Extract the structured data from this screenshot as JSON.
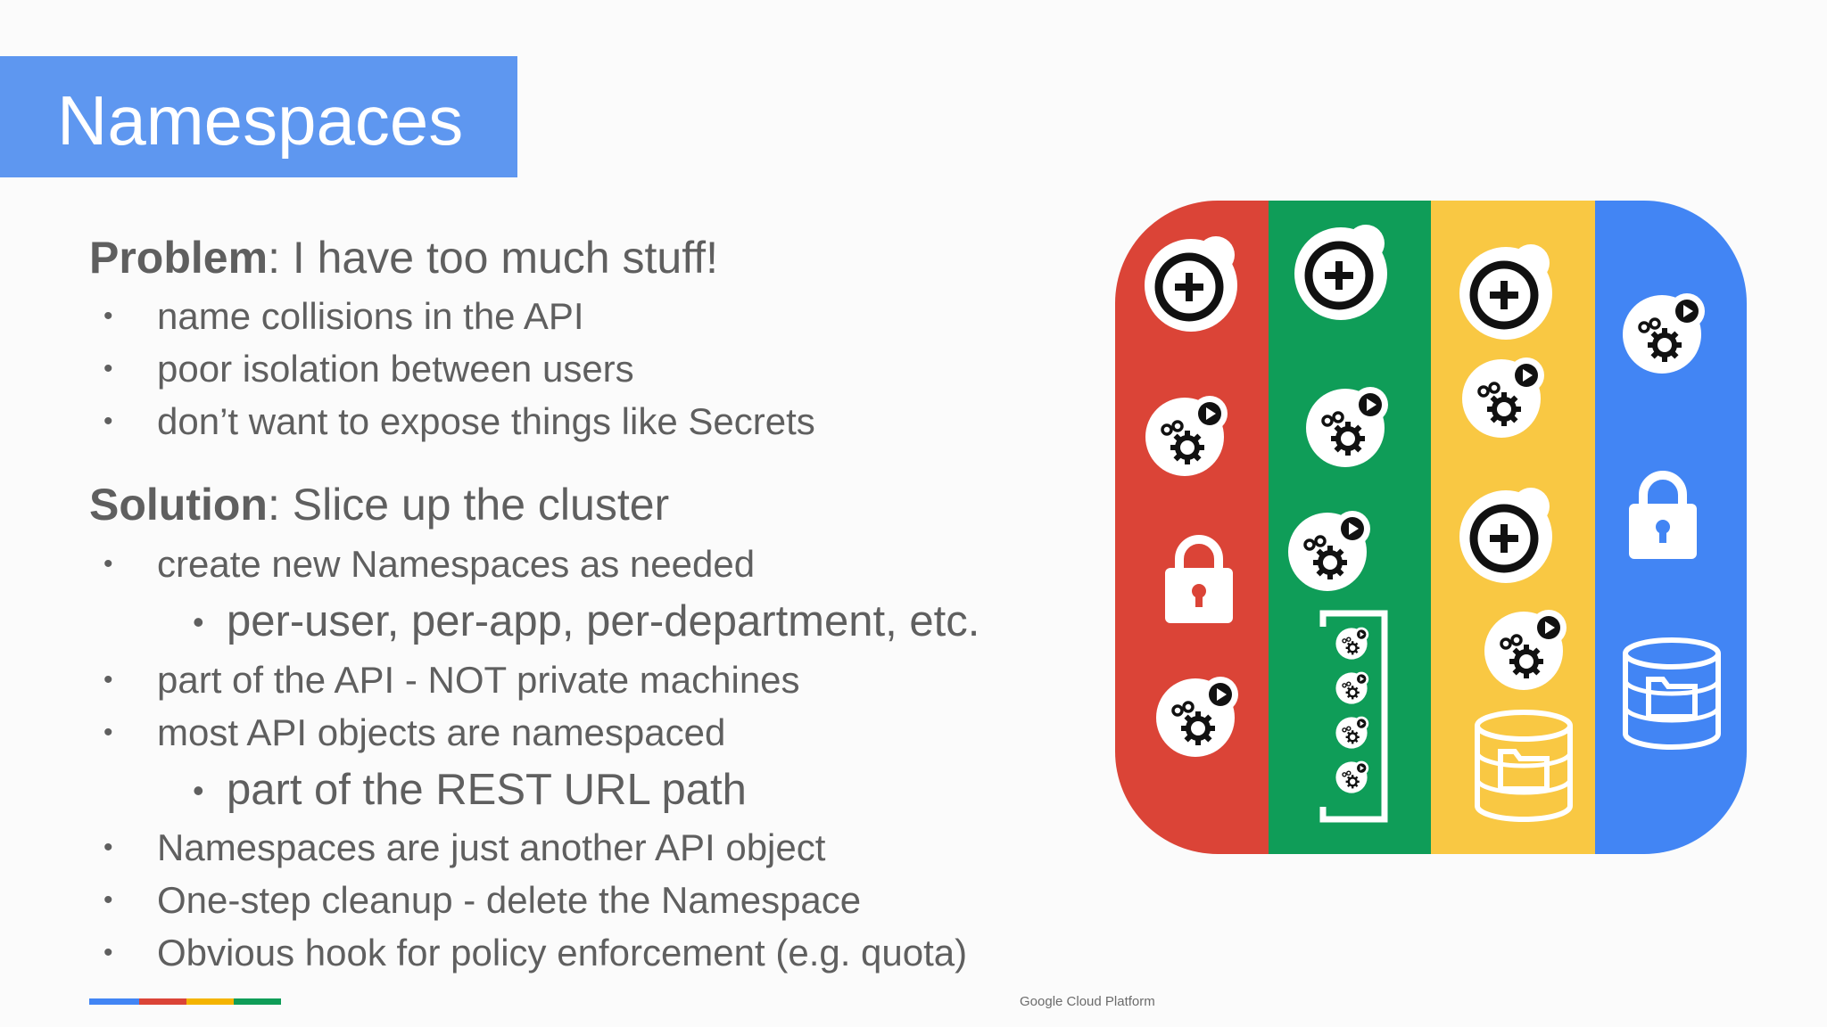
{
  "slide": {
    "title": "Namespaces",
    "problem": {
      "label": "Problem",
      "text": ": I have too much stuff!",
      "bullets": [
        "name collisions in the API",
        "poor isolation between users",
        "don’t want to expose things like Secrets"
      ]
    },
    "solution": {
      "label": "Solution",
      "text": ": Slice up the cluster",
      "bullets": [
        "create new Namespaces as needed",
        "per-user, per-app, per-department, etc.",
        "part of the API - NOT private machines",
        "most API objects are namespaced",
        "part of the REST URL path",
        "Namespaces are just another API object",
        "One-step cleanup - delete the Namespace",
        "Obvious hook for policy enforcement (e.g. quota)"
      ]
    },
    "bullet_glyph": "•",
    "footer": "Google Cloud Platform"
  },
  "illustration": {
    "columns": [
      {
        "color": "#db4437",
        "icons": [
          "plus-pod-icon",
          "gears-pod-icon",
          "lock-icon",
          "gears-pod-icon"
        ]
      },
      {
        "color": "#0f9d58",
        "icons": [
          "plus-pod-icon",
          "gears-pod-icon",
          "gears-pod-icon",
          "pod-group-icon"
        ]
      },
      {
        "color": "#f9c843",
        "icons": [
          "plus-pod-icon",
          "gears-pod-icon",
          "plus-pod-icon",
          "gears-pod-icon",
          "storage-volume-icon"
        ]
      },
      {
        "color": "#4285f4",
        "icons": [
          "gears-pod-icon",
          "lock-icon",
          "storage-volume-icon"
        ]
      }
    ]
  },
  "brand_colors": [
    "#4285f4",
    "#db4437",
    "#f4b400",
    "#0f9d58"
  ]
}
